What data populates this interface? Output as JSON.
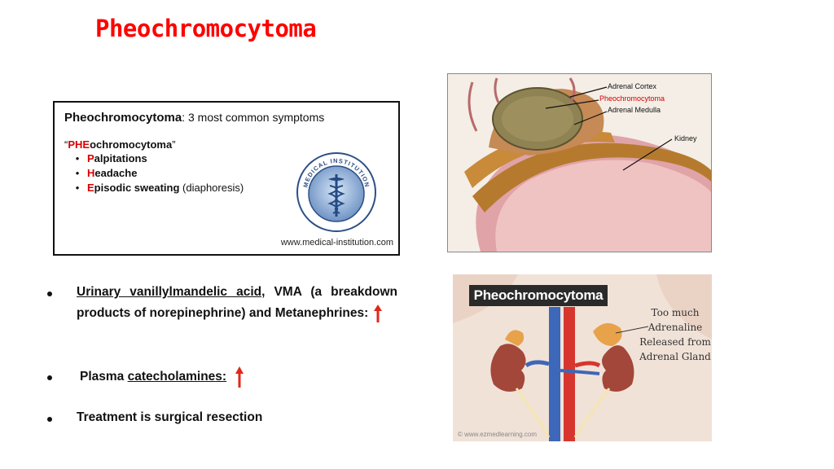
{
  "slide": {
    "title": "Pheochromocytoma"
  },
  "mnemonic": {
    "heading_bold": "Pheochromocytoma",
    "heading_rest": ": 3 most common symptoms",
    "quote_open": "“",
    "quote_red": "PHE",
    "quote_rest": "ochromocytoma",
    "quote_close": "”",
    "items": [
      {
        "first": "P",
        "rest": "alpitations",
        "extra": ""
      },
      {
        "first": "H",
        "rest": "eadache",
        "extra": ""
      },
      {
        "first": "E",
        "rest": "pisodic sweating",
        "extra": " (diaphoresis)"
      }
    ],
    "seal_text": "MEDICAL INSTITUTION",
    "url": "www.medical-institution.com"
  },
  "anatomy": {
    "labels": {
      "cortex": "Adrenal Cortex",
      "pheo": "Pheochromocytoma",
      "medulla": "Adrenal Medulla",
      "kidney": "Kidney"
    }
  },
  "illustration": {
    "badge": "Pheochromocytoma",
    "note_lines": [
      "Too much",
      "Adrenaline",
      "Released from",
      "Adrenal Gland"
    ],
    "watermark": "© www.ezmedlearning.com"
  },
  "bullets": {
    "b1_underlined": "Urinary vanillylmandelic acid,",
    "b1_rest": " VMA (a breakdown products of norepinephrine) and Metanephrines:",
    "b2_prefix": "Plasma ",
    "b2_underlined": "catecholamines:",
    "b3": "Treatment is surgical resection"
  },
  "colors": {
    "title": "#ff0000",
    "accent_red": "#d80000",
    "arrow": "#e0271a"
  }
}
